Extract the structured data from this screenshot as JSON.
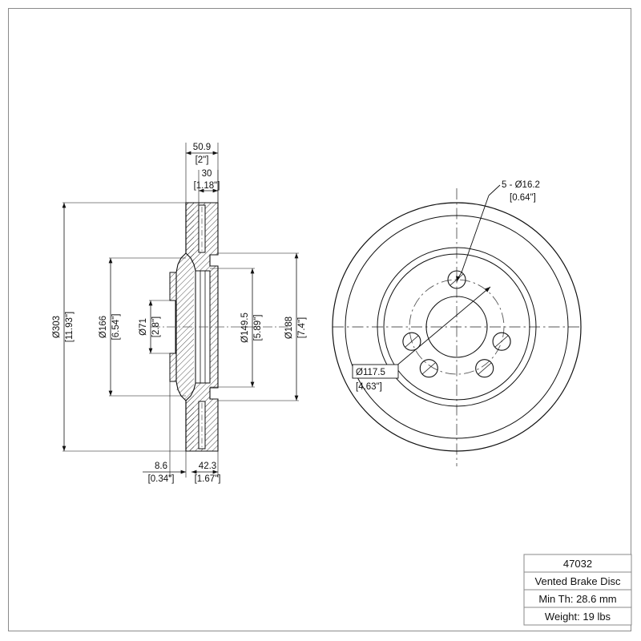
{
  "drawing": {
    "type": "engineering-drawing",
    "subject": "Vented Brake Disc (brake rotor) — section view and face view",
    "views": {
      "section": {
        "name": "cross-section-view"
      },
      "face": {
        "name": "face-view"
      }
    }
  },
  "dimensions": {
    "width_overall": {
      "metric": "50.9",
      "imperial": "[2\"]"
    },
    "hub_width": {
      "metric": "30",
      "imperial": "[1.18\"]"
    },
    "outer_diameter": {
      "metric": "Ø303",
      "imperial": "[11.93\"]"
    },
    "d166": {
      "metric": "Ø166",
      "imperial": "[6.54\"]"
    },
    "center_bore": {
      "metric": "Ø71",
      "imperial": "[2.8\"]"
    },
    "d149_5": {
      "metric": "Ø149.5",
      "imperial": "[5.89\"]"
    },
    "d188": {
      "metric": "Ø188",
      "imperial": "[7.4\"]"
    },
    "offset_left": {
      "metric": "8.6",
      "imperial": "[0.34\"]"
    },
    "offset_right": {
      "metric": "42.3",
      "imperial": "[1.67\"]"
    },
    "bolt_holes": {
      "metric": "5 - Ø16.2",
      "imperial": "[0.64\"]"
    },
    "bolt_circle": {
      "metric": "Ø117.5",
      "imperial": "[4.63\"]"
    }
  },
  "title_block": {
    "part_number": "47032",
    "description": "Vented Brake Disc",
    "min_thickness": "Min Th: 28.6 mm",
    "weight": "Weight: 19 lbs"
  },
  "colors": {
    "line": "#111111",
    "frame": "#8a8a8a",
    "center_line": "#555555",
    "background": "#ffffff"
  }
}
